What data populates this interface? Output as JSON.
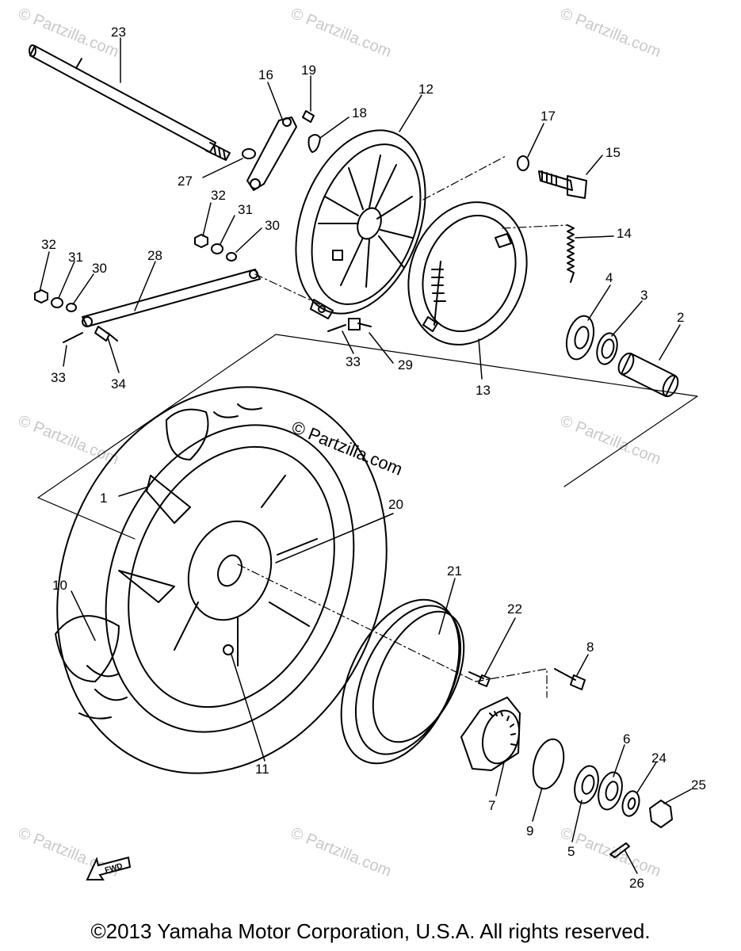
{
  "watermark": "© Partzilla.com",
  "watermark_center": "© Partzilla.com",
  "copyright": "©2013  Yamaha Motor Corporation, U.S.A. All rights reserved.",
  "fwd_label": "FWD",
  "callouts": {
    "c1": "1",
    "c2": "2",
    "c3": "3",
    "c4": "4",
    "c5": "5",
    "c6": "6",
    "c7": "7",
    "c8": "8",
    "c9": "9",
    "c10": "10",
    "c11": "11",
    "c12": "12",
    "c13": "13",
    "c14": "14",
    "c15": "15",
    "c16": "16",
    "c17": "17",
    "c18": "18",
    "c19": "19",
    "c20": "20",
    "c21": "21",
    "c22": "22",
    "c23": "23",
    "c24": "24",
    "c25": "25",
    "c26": "26",
    "c27": "27",
    "c28": "28",
    "c29": "29",
    "c30a": "30",
    "c30b": "30",
    "c31a": "31",
    "c31b": "31",
    "c32a": "32",
    "c32b": "32",
    "c33a": "33",
    "c33b": "33",
    "c34": "34"
  },
  "colors": {
    "ink": "#000000",
    "watermark": "#c8c8c8",
    "background": "#ffffff"
  }
}
